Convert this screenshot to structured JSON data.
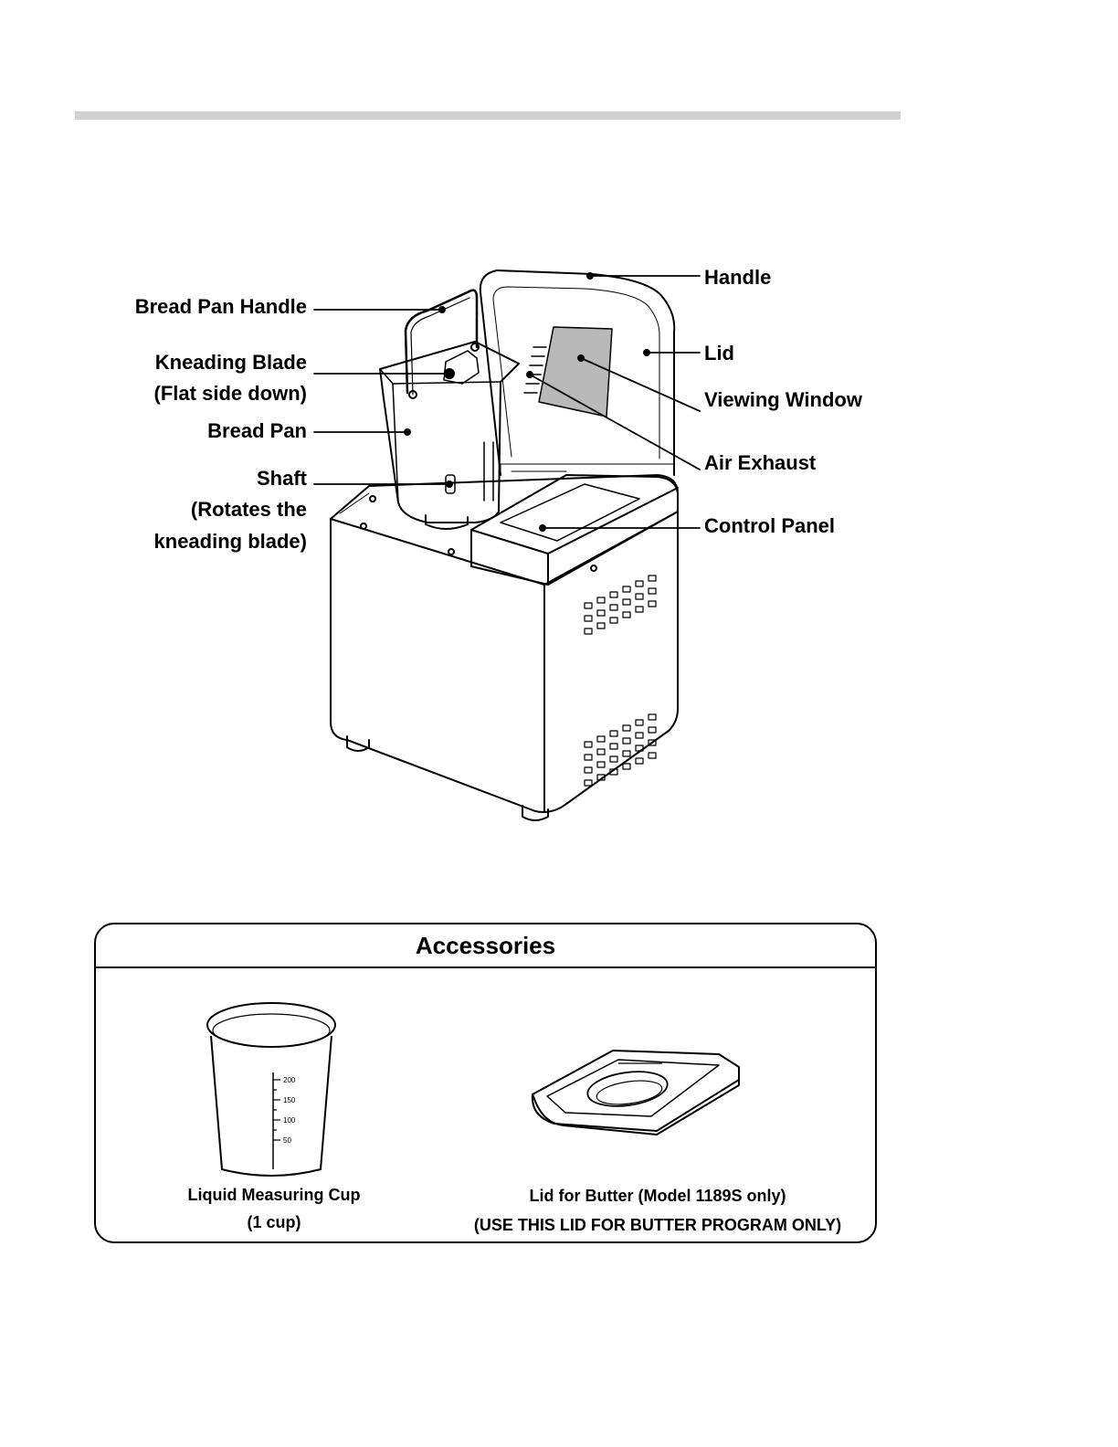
{
  "labels": {
    "bread_pan_handle": "Bread Pan Handle",
    "kneading_blade": "Kneading Blade",
    "kneading_blade_note": "(Flat side down)",
    "bread_pan": "Bread Pan",
    "shaft": "Shaft",
    "shaft_note_1": "(Rotates the",
    "shaft_note_2": "kneading blade)",
    "handle": "Handle",
    "lid": "Lid",
    "viewing_window": "Viewing Window",
    "air_exhaust": "Air Exhaust",
    "control_panel": "Control Panel"
  },
  "accessories": {
    "title": "Accessories",
    "cup": {
      "name": "Liquid Measuring Cup",
      "size": "(1 cup)",
      "scale": [
        "200",
        "150",
        "100",
        "50"
      ]
    },
    "butter_lid": {
      "name": "Lid for Butter (Model 1189S only)",
      "note": "(USE THIS LID FOR BUTTER PROGRAM ONLY)"
    }
  }
}
